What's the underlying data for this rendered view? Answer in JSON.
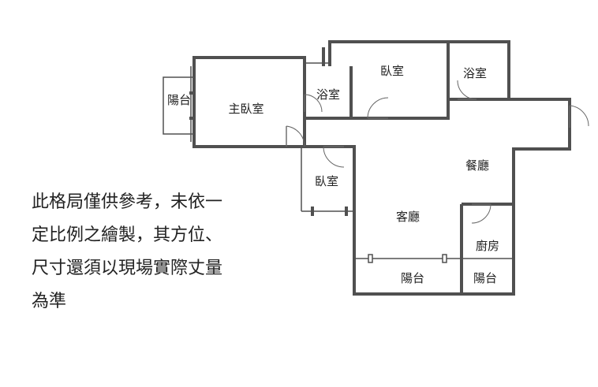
{
  "rooms": {
    "balcony_left": "陽台",
    "master_bedroom": "主臥室",
    "bath_1": "浴室",
    "bedroom_1": "臥室",
    "bath_2": "浴室",
    "bedroom_2": "臥室",
    "dining": "餐廳",
    "living": "客廳",
    "kitchen": "廚房",
    "balcony_bottom": "陽台",
    "balcony_right": "陽台"
  },
  "disclaimer": {
    "lines": [
      "此格局僅供參考，未依一",
      "定比例之繪製，其方位、",
      "尺寸還須以現場實際丈量",
      "為準"
    ]
  },
  "colors": {
    "wall": "#505050",
    "text": "#222222",
    "background": "#ffffff"
  }
}
